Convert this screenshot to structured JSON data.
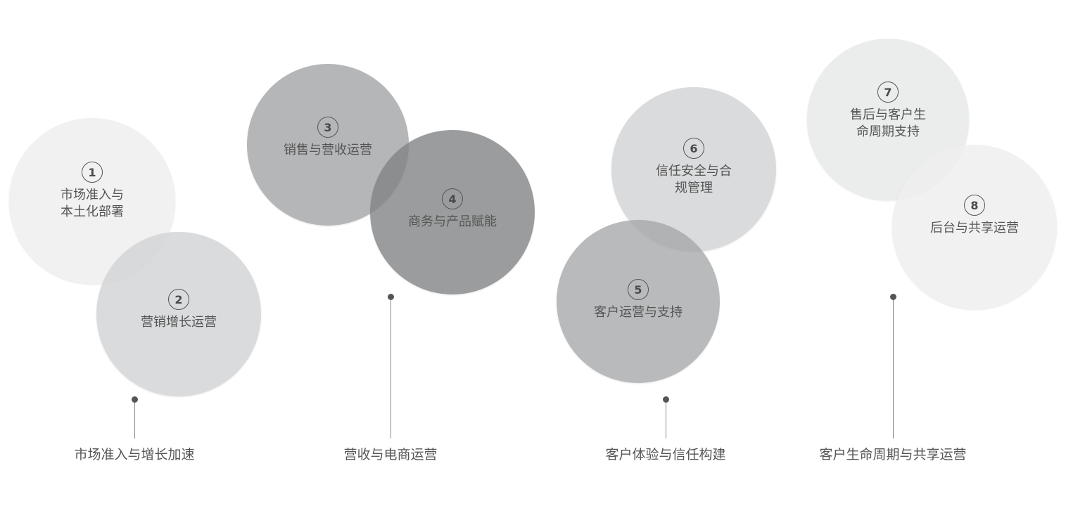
{
  "diagram": {
    "bubbles": [
      {
        "number": "1",
        "title": "市场准入与\n本土化部署",
        "color": "#f1f1f1"
      },
      {
        "number": "2",
        "title": "营销增长运营",
        "color": "#dcdcdd"
      },
      {
        "number": "3",
        "title": "销售与营收运营",
        "color": "#b5b6b8"
      },
      {
        "number": "4",
        "title": "商务与产品赋能",
        "color": "#98999b"
      },
      {
        "number": "5",
        "title": "客户运营与支持",
        "color": "#b8b9bb"
      },
      {
        "number": "6",
        "title": "信任安全与合\n规管理",
        "color": "#dadbdc"
      },
      {
        "number": "7",
        "title": "售后与客户生\n命周期支持",
        "color": "#ebecec"
      },
      {
        "number": "8",
        "title": "后台与共享运营",
        "color": "#f1f1f1"
      }
    ],
    "categories": [
      {
        "label": "市场准入与增长加速"
      },
      {
        "label": "营收与电商运营"
      },
      {
        "label": "客户体验与信任构建"
      },
      {
        "label": "客户生命周期与共享运营"
      }
    ],
    "colors": {
      "text": "#555555",
      "stem": "#8a8a8a",
      "dot": "#555555"
    }
  }
}
